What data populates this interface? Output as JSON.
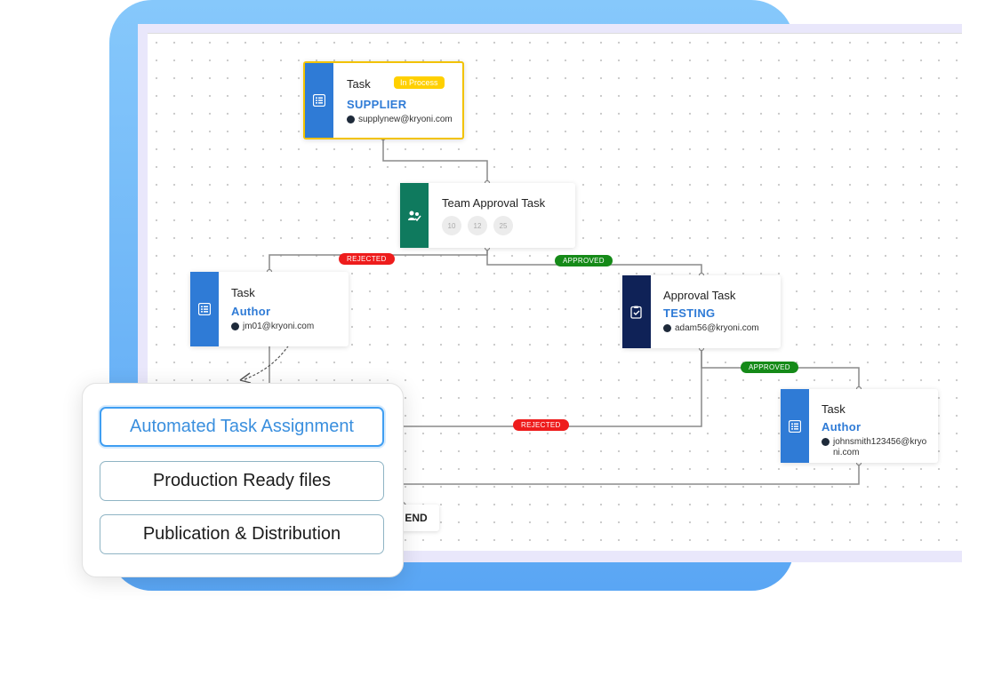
{
  "nodes": {
    "supplier_task": {
      "title": "Task",
      "badge": "In Process",
      "role": "SUPPLIER",
      "email": "supplynew@kryoni.com"
    },
    "team_approval": {
      "title": "Team Approval Task",
      "counts": [
        "10",
        "12",
        "25"
      ]
    },
    "author_task": {
      "title": "Task",
      "role": "Author",
      "email": "jm01@kryoni.com"
    },
    "approval_task": {
      "title": "Approval Task",
      "role": "TESTING",
      "email": "adam56@kryoni.com"
    },
    "author_task_2": {
      "title": "Task",
      "role": "Author",
      "email": "johnsmith123456@kryoni.com"
    },
    "end": {
      "label": "END"
    }
  },
  "edge_labels": {
    "rejected": "REJECTED",
    "approved": "APPROVED"
  },
  "feature_card": {
    "options": [
      "Automated Task Assignment",
      "Production Ready files",
      "Publication & Distribution"
    ],
    "active_index": 0
  },
  "colors": {
    "task_blue": "#2f7bd6",
    "team_green": "#0f7a5e",
    "approval_navy": "#0f2257",
    "badge_yellow": "#ffd000",
    "rejected_red": "#ee1c1c",
    "approved_green": "#158a18",
    "panel_blue": "#6fb7f8"
  },
  "icons": {
    "task": "list-icon",
    "team": "team-icon",
    "approval": "approval-icon",
    "user": "user-icon"
  }
}
